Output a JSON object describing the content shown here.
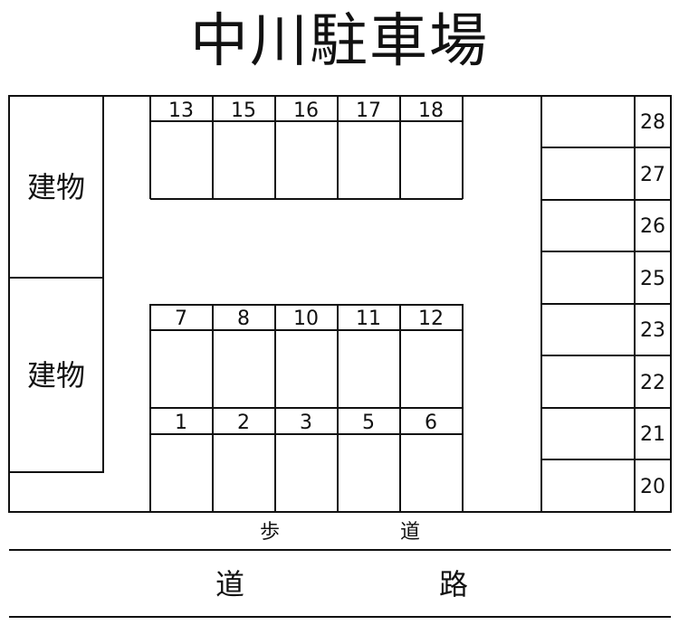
{
  "title": "中川駐車場",
  "buildings": [
    "建物",
    "建物"
  ],
  "top_row_numbers": [
    "13",
    "15",
    "16",
    "17",
    "18"
  ],
  "middle_row_numbers": [
    "7",
    "8",
    "10",
    "11",
    "12"
  ],
  "bottom_row_numbers": [
    "1",
    "2",
    "3",
    "5",
    "6"
  ],
  "right_column_numbers": [
    "28",
    "27",
    "26",
    "25",
    "23",
    "22",
    "21",
    "20"
  ],
  "sidewalk": [
    "歩",
    "道"
  ],
  "road": [
    "道",
    "路"
  ]
}
